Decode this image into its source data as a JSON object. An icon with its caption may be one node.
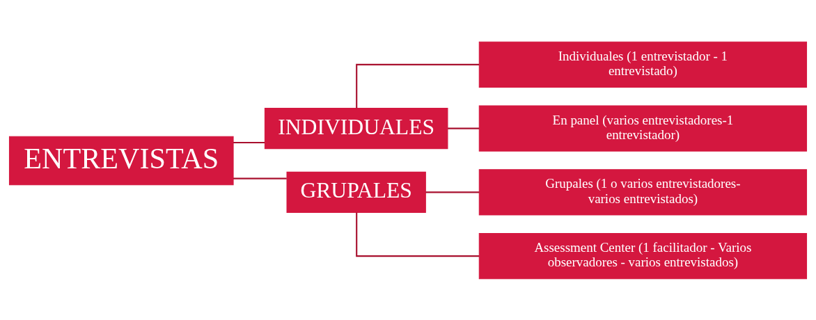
{
  "diagram": {
    "nodes": [
      {
        "text": [
          "ENTREVISTAS"
        ]
      },
      {
        "text": [
          "INDIVIDUALES"
        ]
      },
      {
        "text": [
          "GRUPALES"
        ]
      },
      {
        "text": [
          "Individuales (1 entrevistador - 1 entrevistado)"
        ]
      },
      {
        "text": [
          "En panel (varios entrevistadores-1 entrevistador)"
        ]
      },
      {
        "text": [
          "Grupales (1 o varios entrevistadores-varios entrevistados)"
        ]
      },
      {
        "text": [
          "Assessment Center (1 facilitador - Varios observadores - varios entrevistados)"
        ]
      }
    ],
    "edges": [
      {
        "from": 0,
        "to": 1,
        "arrow": "none"
      },
      {
        "from": 0,
        "to": 2,
        "arrow": "none"
      },
      {
        "from": 1,
        "to": 3,
        "arrow": "none"
      },
      {
        "from": 1,
        "to": 4,
        "arrow": "none"
      },
      {
        "from": 2,
        "to": 5,
        "arrow": "none"
      },
      {
        "from": 2,
        "to": 6,
        "arrow": "none"
      }
    ]
  }
}
